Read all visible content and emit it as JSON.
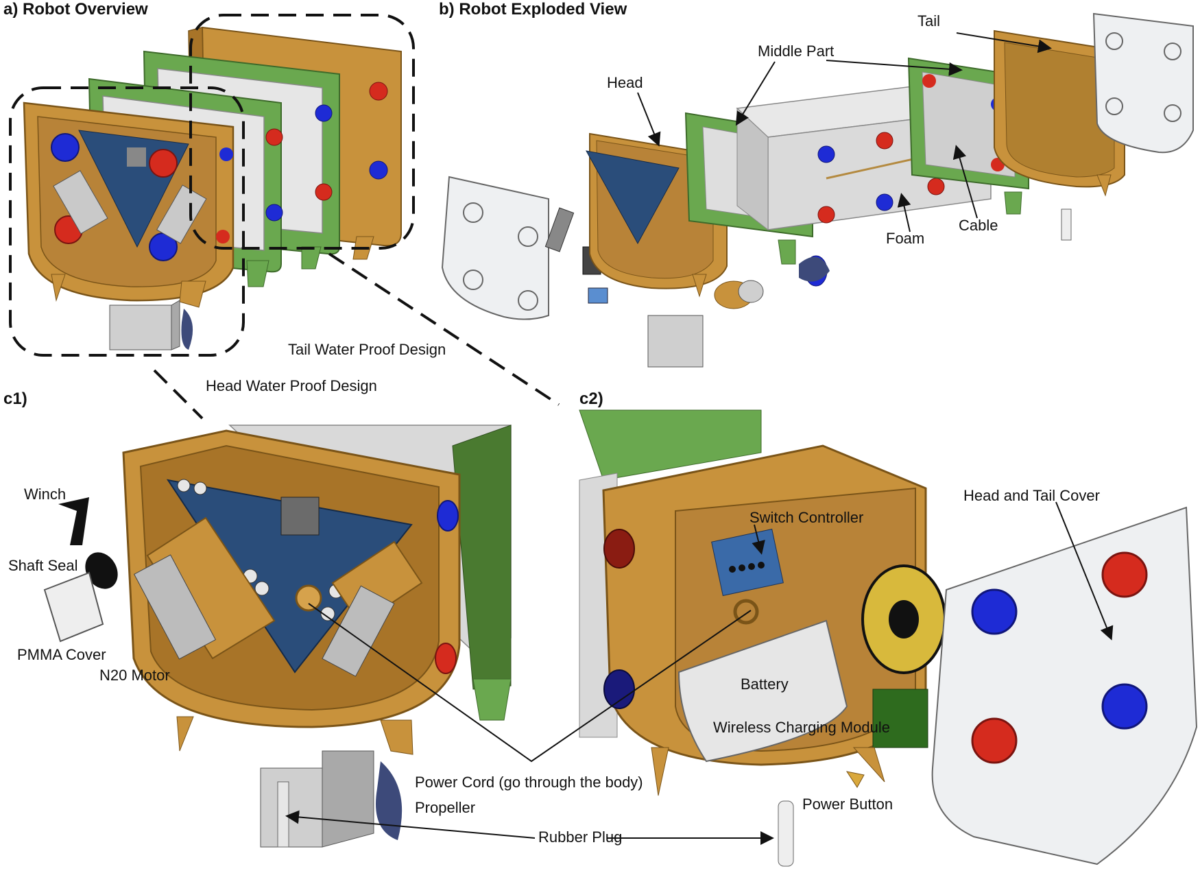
{
  "panels": {
    "a": "a) Robot Overview",
    "b": "b) Robot Exploded View",
    "c1": "c1)",
    "c2": "c2)"
  },
  "overview_labels": {
    "tail_wp": "Tail Water Proof Design",
    "head_wp": "Head Water Proof Design"
  },
  "exploded_labels": {
    "tail": "Tail",
    "middle": "Middle Part",
    "head": "Head",
    "foam": "Foam",
    "cable": "Cable"
  },
  "detail_labels": {
    "winch": "Winch",
    "shaft_seal": "Shaft Seal",
    "pmma": "PMMA Cover",
    "n20": "N20 Motor",
    "switch": "Switch Controller",
    "cover": "Head and Tail Cover",
    "battery": "Battery",
    "wireless": "Wireless Charging Module",
    "power_cord": "Power Cord (go through the body)",
    "propeller": "Propeller",
    "power_button": "Power Button",
    "rubber_plug": "Rubber Plug"
  },
  "colors": {
    "body_tan": "#c8923c",
    "body_dark": "#a87428",
    "frame_green": "#6aa84f",
    "foam_grey": "#d9d9d9",
    "magnet_red": "#d52b1e",
    "magnet_blue": "#1e2bd5",
    "pcb_blue": "#2a4d7a",
    "cover_clear": "#eef0f2"
  }
}
